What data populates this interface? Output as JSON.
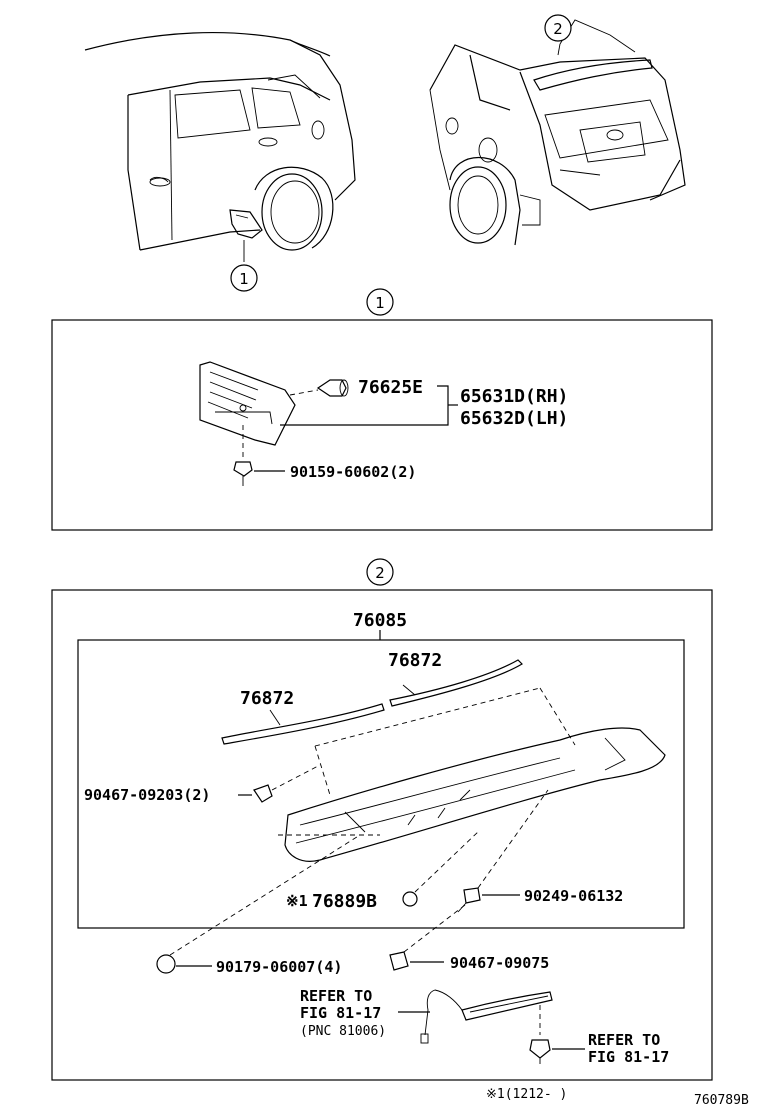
{
  "callouts": {
    "one": "1",
    "two": "2"
  },
  "section1": {
    "heading": "1",
    "parts": {
      "clip": "76625E",
      "flap_rh": "65631D(RH)",
      "flap_lh": "65632D(LH)",
      "screw": "90159-60602(2)"
    }
  },
  "section2": {
    "heading": "2",
    "assembly": "76085",
    "parts": {
      "strip_upper": "76872",
      "strip_lower": "76872",
      "clip_left": "90467-09203(2)",
      "note_mark": "※1",
      "note_part": "76889B",
      "bolt_right": "90249-06132",
      "nut_bottom": "90179-06007(4)",
      "clip_bottom": "90467-09075"
    },
    "refer_lamp": {
      "line1": "REFER TO",
      "line2": "FIG 81-17",
      "line3": "(PNC 81006)"
    },
    "refer_bolt": {
      "line1": "REFER TO",
      "line2": "FIG 81-17"
    }
  },
  "footnote": "※1(1212-    )",
  "drawing_id": "760789B"
}
